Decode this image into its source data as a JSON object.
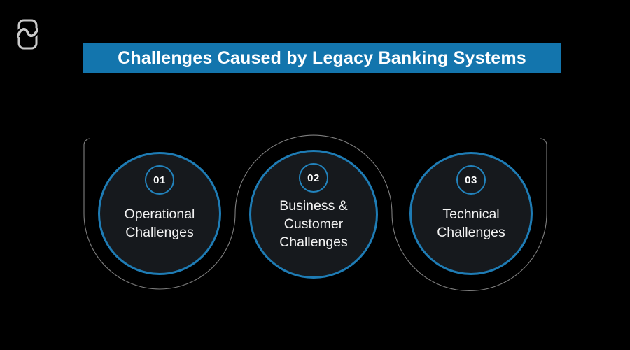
{
  "page": {
    "background_color": "#000000"
  },
  "logo": {
    "icon": "swoosh-phone-logo-icon",
    "color": "#CBCBCB"
  },
  "banner": {
    "title": "Challenges Caused by Legacy Banking Systems",
    "background_color": "#1375AD",
    "text_color": "#FFFFFF"
  },
  "diagram": {
    "accent_color": "#1E7CB5",
    "node_fill_color": "#16191D",
    "connector_color": "#9F9F9F",
    "nodes": [
      {
        "number": "01",
        "label": "Operational Challenges"
      },
      {
        "number": "02",
        "label": "Business & Customer Challenges"
      },
      {
        "number": "03",
        "label": "Technical Challenges"
      }
    ]
  }
}
